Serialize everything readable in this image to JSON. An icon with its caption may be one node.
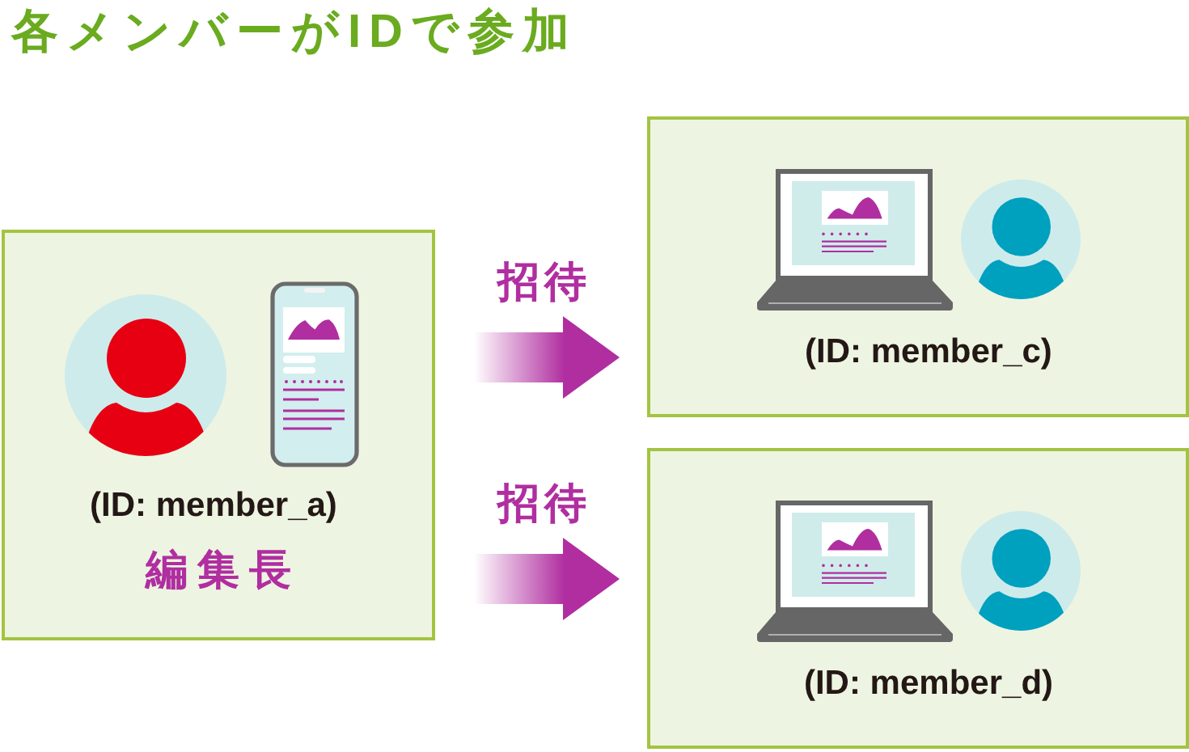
{
  "diagram": {
    "title": "各メンバーがIDで参加",
    "nodes": [
      {
        "text": [
          "(ID: member_a)",
          "編集長"
        ]
      },
      {
        "text": [
          "(ID: member_c)"
        ]
      },
      {
        "text": [
          "(ID: member_d)"
        ]
      }
    ],
    "edges": [
      {
        "from": 0,
        "to": 1,
        "arrow": "to",
        "label": "招待"
      },
      {
        "from": 0,
        "to": 2,
        "arrow": "to",
        "label": "招待"
      }
    ]
  }
}
